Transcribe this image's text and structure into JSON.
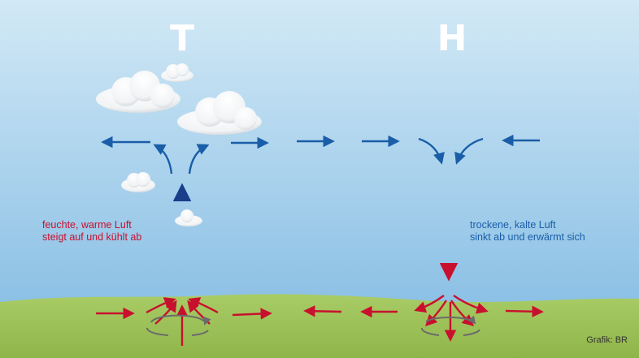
{
  "low": {
    "letter": "T",
    "caption_line1": "feuchte, warme Luft",
    "caption_line2": "steigt auf und kühlt ab"
  },
  "high": {
    "letter": "H",
    "caption_line1": "trockene, kalte Luft",
    "caption_line2": "sinkt ab und erwärmt sich"
  },
  "credit": "Grafik: BR",
  "colors": {
    "sky_top": "#d2e9f6",
    "sky_bottom": "#7fb9e2",
    "ground": "#9cc257",
    "warm_arrow": "#c8102e",
    "cold_arrow": "#1a5ea8",
    "warm_text": "#c8102e",
    "cold_text": "#1a5ea8"
  }
}
